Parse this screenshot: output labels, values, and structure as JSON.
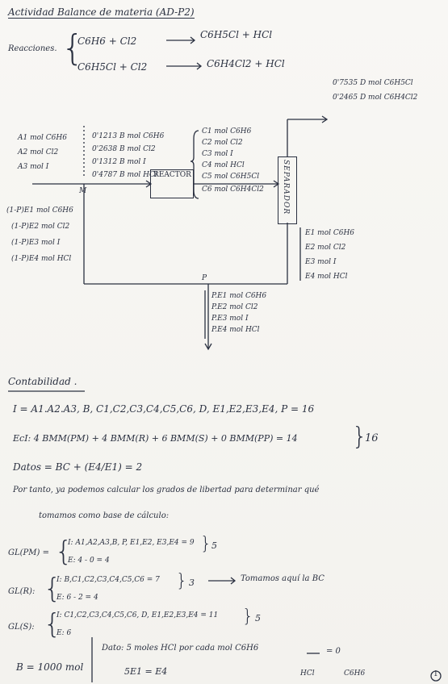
{
  "title": "Actividad Balance de materia (AD-P2)",
  "reactions_label": "Reacciones.",
  "reaction1": {
    "left": "C6H6 + Cl2",
    "right": "C6H5Cl + HCl"
  },
  "reaction2": {
    "left": "C6H5Cl + Cl2",
    "right": "C6H4Cl2 + HCl"
  },
  "top_out": [
    "0'7535 D mol C6H5Cl",
    "0'2465 D mol C6H4Cl2"
  ],
  "feed_labels": [
    "A1 mol C6H6",
    "A2 mol Cl2",
    "A3 mol I"
  ],
  "feed_values": [
    "0'1213 B mol C6H6",
    "0'2638 B mol Cl2",
    "0'1312 B mol I",
    "0'4787 B mol HCl"
  ],
  "mixer_label": "M",
  "reactor_label": "REACTOR",
  "reactor_out": [
    "C1 mol C6H6",
    "C2 mol Cl2",
    "C3 mol I",
    "C4 mol HCl",
    "C5 mol C6H5Cl",
    "C6 mol C6H4Cl2"
  ],
  "separator_label": "SEPARADOR",
  "recycle_labels": [
    "(1-P)E1 mol C6H6",
    "(1-P)E2 mol Cl2",
    "(1-P)E3 mol I",
    "(1-P)E4 mol HCl"
  ],
  "sep_out": [
    "E1 mol C6H6",
    "E2 mol Cl2",
    "E3 mol I",
    "E4 mol HCl"
  ],
  "purge_label": "P",
  "purge_out": [
    "P.E1 mol C6H6",
    "P.E2 mol Cl2",
    "P.E3 mol I",
    "P.E4 mol HCl"
  ],
  "contab_title": "Contabilidad .",
  "line_I": "I = A1.A2.A3, B, C1,C2,C3,C4,C5,C6, D, E1,E2,E3,E4, P = 16",
  "line_EcI": "EcI: 4 BMM(PM) + 4 BMM(R) + 6 BMM(S) + 0 BMM(PP) = 14",
  "brace_16": "16",
  "line_datos": "Datos = BC + (E4/E1) = 2",
  "para1": "Por tanto, ya podemos calcular los grados de libertad para determinar qué",
  "para2": "tomamos como base de cálculo:",
  "gl_pm_label": "GL(PM) =",
  "gl_pm_I": "I: A1,A2,A3,B, P, E1,E2, E3,E4 = 9",
  "gl_pm_E": "E: 4 - 0 = 4",
  "gl_pm_res": "5",
  "gl_r_label": "GL(R):",
  "gl_r_I": "I: B,C1,C2,C3,C4,C5,C6 = 7",
  "gl_r_E": "E: 6 - 2 = 4",
  "gl_r_res": "3",
  "gl_r_note": "Tomamos aquí la BC",
  "gl_s_label": "GL(S):",
  "gl_s_I": "I: C1,C2,C3,C4,C5,C6, D, E1,E2,E3,E4 = 11",
  "gl_s_E": "E: 6",
  "gl_s_res": "5",
  "base": "B = 1000 mol",
  "dato1": "Dato: 5 moles HCl por cada mol C6H6",
  "dato2": "5E1 = E4",
  "frac_eq": "= 0",
  "frac_num_label": "HCl",
  "frac_den_label": "C6H6",
  "page_num": "1"
}
